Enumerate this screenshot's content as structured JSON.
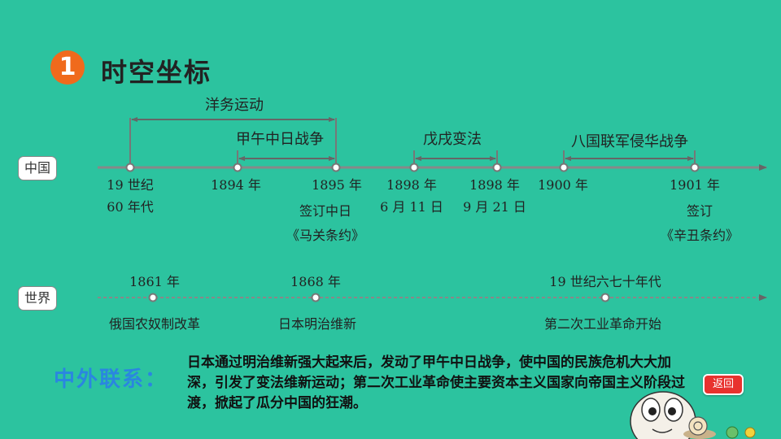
{
  "section": {
    "number": "1",
    "title": "时空坐标"
  },
  "china": {
    "label": "中国",
    "spans": {
      "yangwu": "洋务运动",
      "jiawu": "甲午中日战争",
      "wuxu": "戊戌变法",
      "baguo": "八国联军侵华战争"
    },
    "points": {
      "p1_line1": "19 世纪",
      "p1_line2": "60 年代",
      "p2": "1894 年",
      "p3": "1895 年",
      "p3_note1": "签订中日",
      "p3_note2": "《马关条约》",
      "p4_line1": "1898 年",
      "p4_line2": "6 月 11 日",
      "p5_line1": "1898 年",
      "p5_line2": "9 月 21 日",
      "p6": "1900 年",
      "p7": "1901 年",
      "p7_note1": "签订",
      "p7_note2": "《辛丑条约》"
    }
  },
  "world": {
    "label": "世界",
    "events": [
      {
        "year": "1861 年",
        "event": "俄国农奴制改革"
      },
      {
        "year": "1868 年",
        "event": "日本明治维新"
      },
      {
        "year": "19 世纪六七十年代",
        "event": "第二次工业革命开始"
      }
    ]
  },
  "relation": {
    "label": "中外联系：",
    "text": "日本通过明治维新强大起来后，发动了甲午中日战争，使中国的民族危机大大加深，引发了变法维新运动；第二次工业革命使主要资本主义国家向帝国主义阶段过渡，掀起了瓜分中国的狂潮。"
  },
  "back_button": "返回"
}
